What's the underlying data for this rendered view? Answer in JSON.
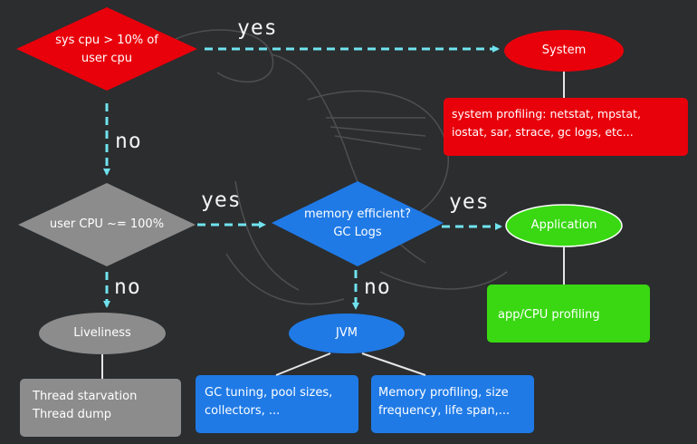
{
  "decisions": {
    "sys_cpu": {
      "line1": "sys cpu > 10% of",
      "line2": "user cpu",
      "color": "#e8000b"
    },
    "user_cpu": {
      "text": "user CPU ~= 100%",
      "color": "#8c8c8c"
    },
    "memory": {
      "line1": "memory efficient?",
      "line2": "GC Logs",
      "color": "#1f7ae6"
    }
  },
  "edges": {
    "yes_system": "yes",
    "no_user_cpu": "no",
    "yes_memory": "yes",
    "yes_application": "yes",
    "no_liveliness": "no",
    "no_jvm": "no"
  },
  "outcomes": {
    "system": {
      "label": "System",
      "color": "#e8000b"
    },
    "application": {
      "label": "Application",
      "color": "#39d812"
    },
    "jvm": {
      "label": "JVM",
      "color": "#1f7ae6"
    },
    "liveliness": {
      "label": "Liveliness",
      "color": "#8c8c8c"
    }
  },
  "details": {
    "system": {
      "line1": "system profiling: netstat, mpstat,",
      "line2": "iostat, sar, strace, gc logs, etc...",
      "color": "#e8000b"
    },
    "application": {
      "line1": "app/CPU profiling",
      "color": "#39d812"
    },
    "gc_tuning": {
      "line1": "GC tuning, pool sizes,",
      "line2": "collectors, ...",
      "color": "#1f7ae6"
    },
    "memory_profiling": {
      "line1": "Memory profiling, size",
      "line2": "frequency, life span,...",
      "color": "#1f7ae6"
    },
    "liveliness": {
      "line1": "Thread starvation",
      "line2": "Thread dump",
      "color": "#8c8c8c"
    }
  },
  "colors": {
    "background": "#2b2d2f",
    "arrow": "#6fe3ee",
    "connector": "#e6e6e6"
  }
}
